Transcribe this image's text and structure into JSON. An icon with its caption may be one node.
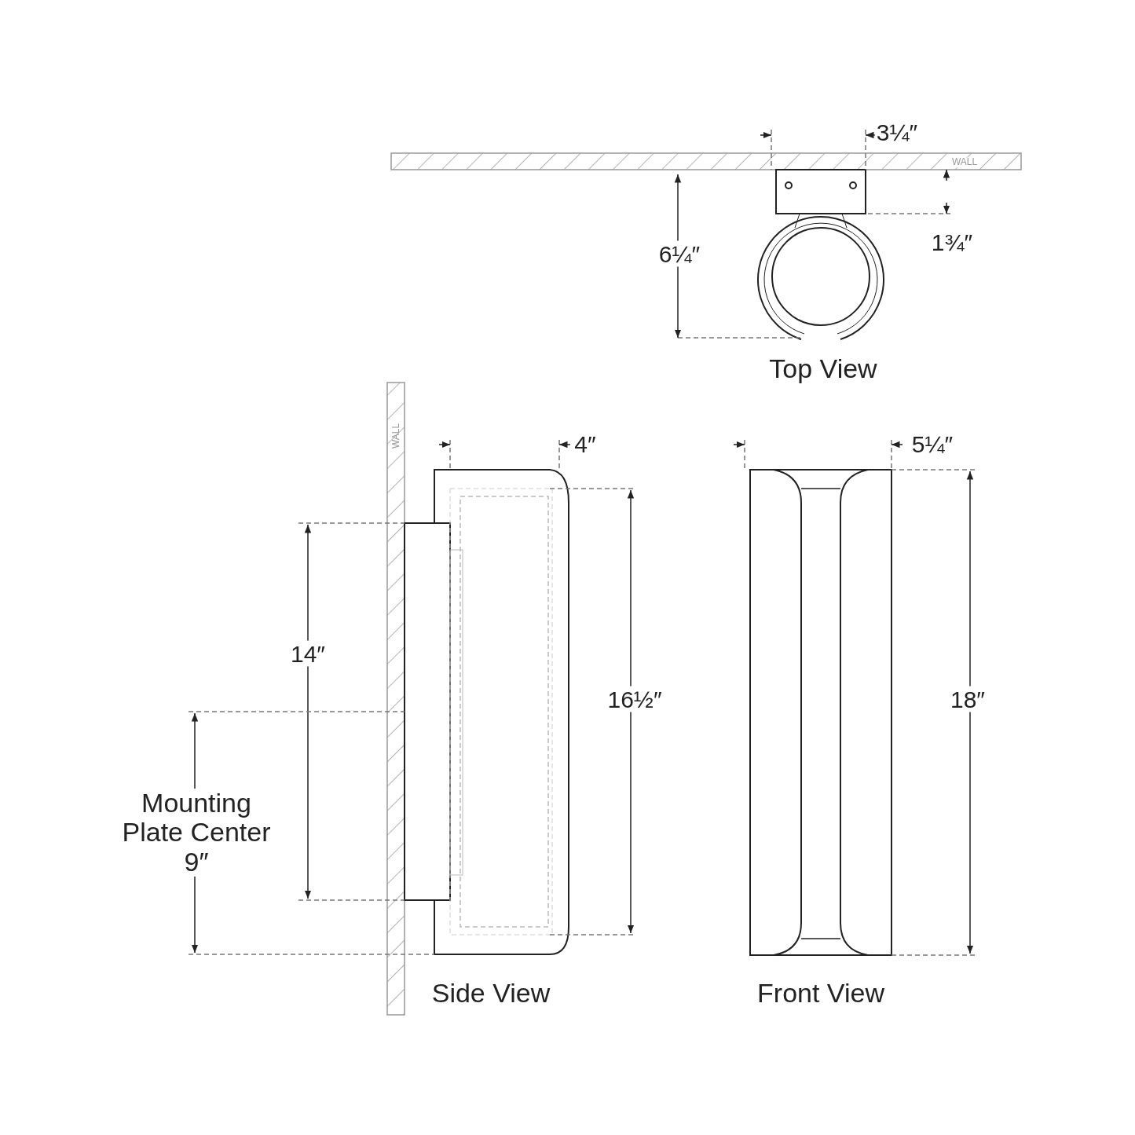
{
  "diagram": {
    "labels": [
      "3¼″",
      "WALL",
      "1¾″",
      "6¼″",
      "Top View",
      "WALL",
      "4″",
      "5¼″",
      "14″",
      "16½″",
      "18″",
      "Mounting Plate Center 9″",
      "Side View",
      "Front View"
    ]
  }
}
